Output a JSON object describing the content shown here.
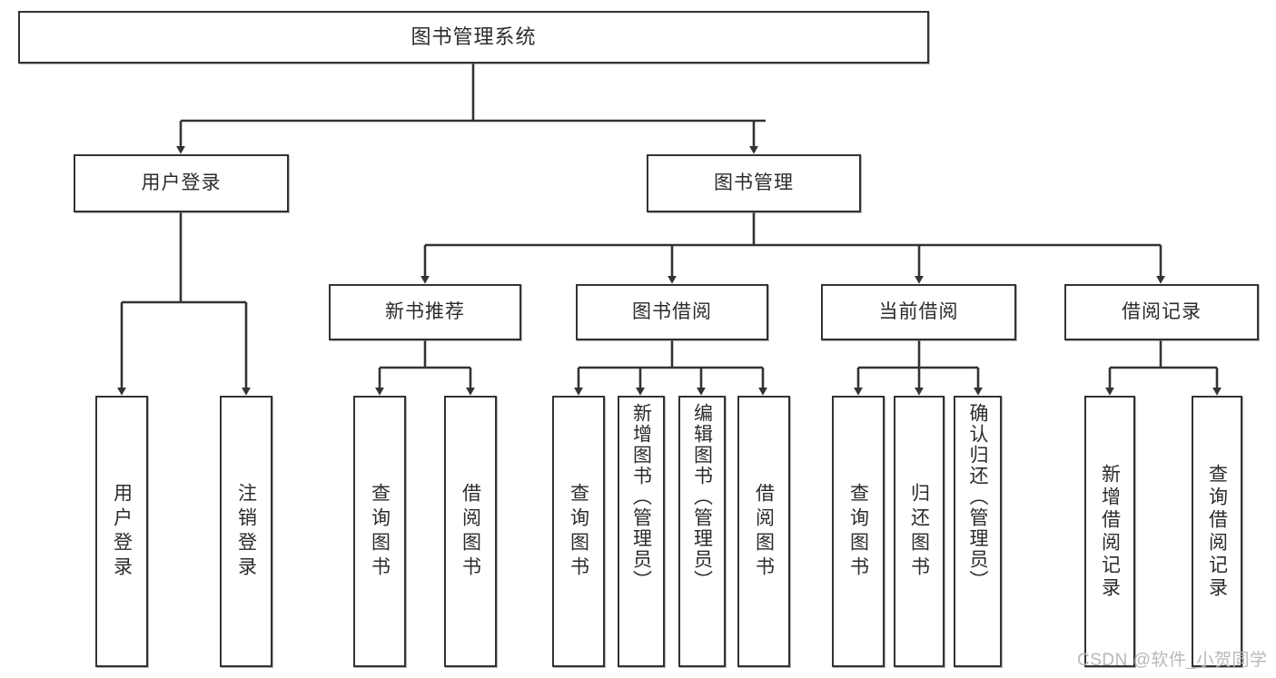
{
  "diagram": {
    "title": "图书管理系统",
    "type": "tree-hierarchy",
    "colors": {
      "node_border": "#333333",
      "node_fill": "#ffffff",
      "edge": "#333333",
      "text": "#2b2b2b",
      "watermark": "#b8b8b8",
      "background": "#ffffff"
    },
    "root": {
      "label": "图书管理系统"
    },
    "level1": [
      {
        "label": "用户登录"
      },
      {
        "label": "图书管理"
      }
    ],
    "level2": [
      {
        "label": "新书推荐"
      },
      {
        "label": "图书借阅"
      },
      {
        "label": "当前借阅"
      },
      {
        "label": "借阅记录"
      }
    ],
    "leaves": {
      "user_login": [
        {
          "label": "用户登录"
        },
        {
          "label": "注销登录"
        }
      ],
      "new_book_recommend": [
        {
          "label": "查询图书"
        },
        {
          "label": "借阅图书"
        }
      ],
      "book_borrow": [
        {
          "label": "查询图书"
        },
        {
          "label": "新增图书（管理员）"
        },
        {
          "label": "编辑图书（管理员）"
        },
        {
          "label": "借阅图书"
        }
      ],
      "current_borrow": [
        {
          "label": "查询图书"
        },
        {
          "label": "归还图书"
        },
        {
          "label": "确认归还（管理员）"
        }
      ],
      "borrow_record": [
        {
          "label": "新增借阅记录"
        },
        {
          "label": "查询借阅记录"
        }
      ]
    },
    "watermark": "CSDN @软件_小贺同学"
  }
}
